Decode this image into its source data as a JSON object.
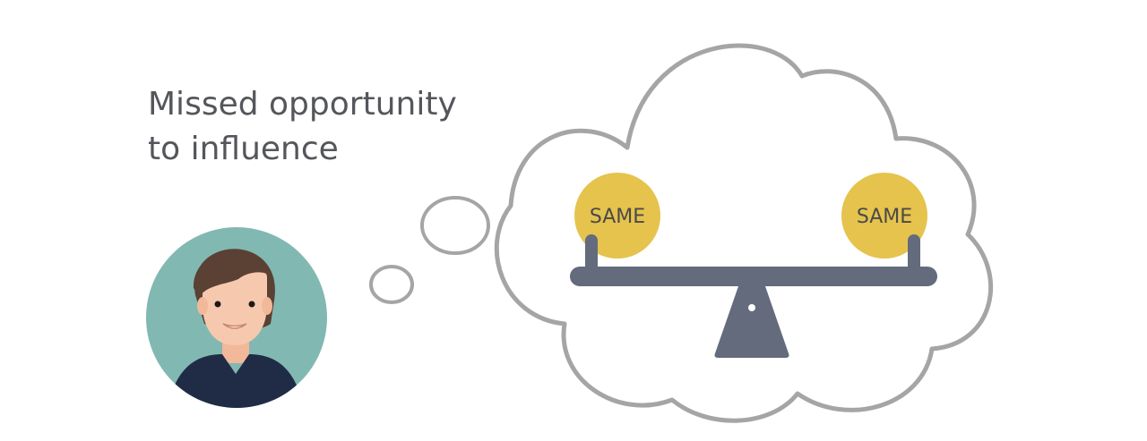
{
  "headline": {
    "line1": "Missed opportunity",
    "line2": "to influence"
  },
  "scale": {
    "left_coin_label": "SAME",
    "right_coin_label": "SAME"
  },
  "icons": {
    "person": "person-avatar-icon",
    "thought_cloud": "thought-cloud-icon",
    "balance_scale": "balance-scale-icon",
    "thought_bubble": "thought-bubble-icon"
  },
  "colors": {
    "text": "#54565b",
    "cloud_outline": "#a4a5a6",
    "scale": "#636b7d",
    "coin": "#e5c34d",
    "avatar_bg": "#82b8b2",
    "hair": "#5a4134",
    "skin": "#f6c9ae",
    "shirt": "#202c45"
  }
}
